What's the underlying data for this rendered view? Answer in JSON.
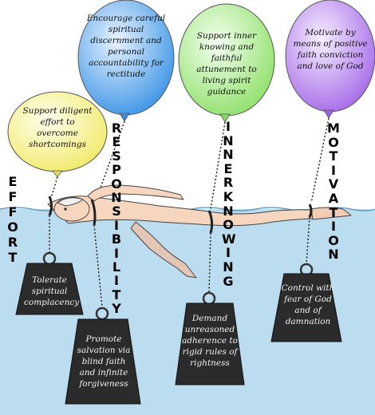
{
  "balloons": {
    "effort": "Support diligent effort to overcome shortcomings",
    "responsibility": "Encourage careful spiritual discernment and personal accountability for rectitude",
    "inner_knowing": "Support inner knowing and faithful attunement to living spirit guidance",
    "motivation": "Motivate by means of positive faith conviction and love of God"
  },
  "labels": {
    "effort": "EFFORT",
    "responsibility": "RESPONSIBILITY",
    "inner_knowing": "INNER KNOWING",
    "motivation": "MOTIVATION"
  },
  "weights": {
    "effort": "Tolerate spiritual complacency",
    "responsibility": "Promote salvation via blind faith and infinite forgiveness",
    "inner_knowing": "Demand unreasoned adherence to rigid rules of rightness",
    "motivation": "Control with fear of God and of damnation"
  },
  "colors": {
    "yellow_balloon": "#f7f28a",
    "blue_balloon": "#5aa9ee",
    "green_balloon": "#b8f09a",
    "purple_balloon": "#c39af0",
    "water": "#bcdcf0",
    "weight": "#2b2b2b",
    "skin": "#f6d6bf"
  }
}
